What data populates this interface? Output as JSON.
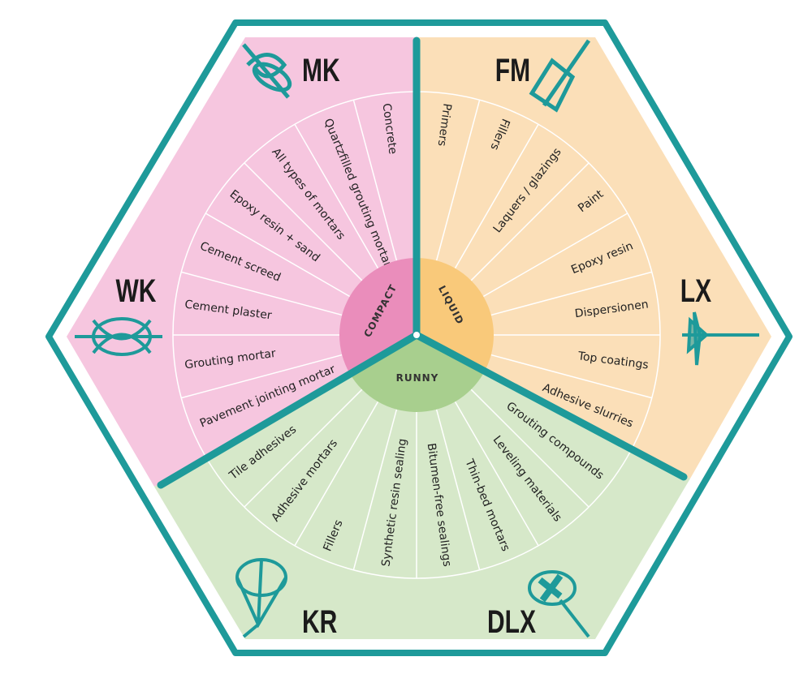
{
  "colors": {
    "teal": "#1e9a9a",
    "compact_bg": "#f6c6df",
    "liquid_bg": "#fbdfb8",
    "runny_bg": "#d6e8c9",
    "compact_hub": "#ea8dbb",
    "liquid_hub": "#f9c97a",
    "runny_hub": "#a8cf8e"
  },
  "sectors": {
    "compact": {
      "label": "COMPACT",
      "items": [
        "Concrete",
        "Quartzfilled grouting mortar",
        "All types of mortars",
        "Epoxy resin + sand",
        "Cement screed",
        "Cement plaster",
        "Grouting mortar",
        "Pavement jointing mortar"
      ]
    },
    "liquid": {
      "label": "LIQUID",
      "items": [
        "Primers",
        "Fillers",
        "Laquers / glazings",
        "Paint",
        "Epoxy resin",
        "Dispersionen",
        "Top coatings",
        "Adhesive slurries"
      ]
    },
    "runny": {
      "label": "RUNNY",
      "items": [
        "Grouting compounds",
        "Leveling materials",
        "Thin-bed mortars",
        "Bitumen-free sealings",
        "Synthetic resin sealing",
        "Fillers",
        "Adhesive mortars",
        "Tile adhesives"
      ]
    }
  },
  "mixers": {
    "mk": "MK",
    "fm": "FM",
    "wk": "WK",
    "lx": "LX",
    "kr": "KR",
    "dlx": "DLX"
  }
}
